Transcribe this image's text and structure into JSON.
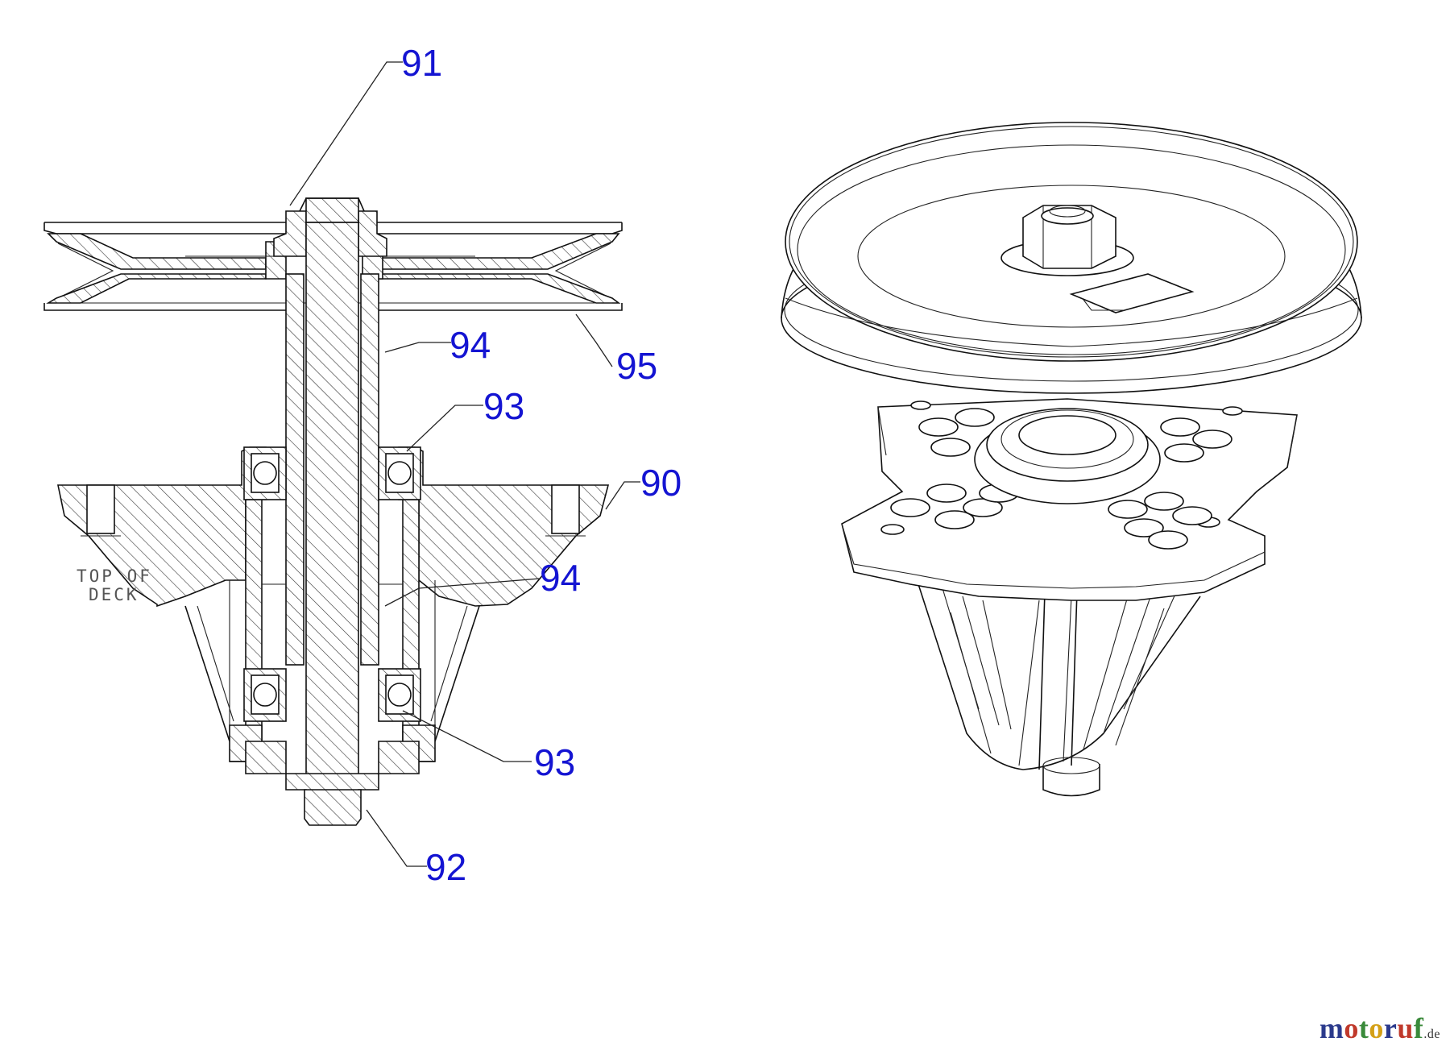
{
  "deck_label": {
    "line1": "TOP OF",
    "line2": "DECK"
  },
  "callouts": {
    "c90": "90",
    "c91": "91",
    "c92": "92",
    "c93a": "93",
    "c93b": "93",
    "c94a": "94",
    "c94b": "94",
    "c95": "95"
  },
  "watermark": {
    "letters": [
      "m",
      "o",
      "t",
      "o",
      "r",
      "u",
      "f"
    ],
    "letter_colors": [
      "#2b3a8c",
      "#c0392b",
      "#3a8a3a",
      "#d4a017",
      "#2b3a8c",
      "#c0392b",
      "#3a8a3a"
    ],
    "tld": ".de"
  },
  "colors": {
    "callout": "#1414d2",
    "line": "#111111"
  }
}
